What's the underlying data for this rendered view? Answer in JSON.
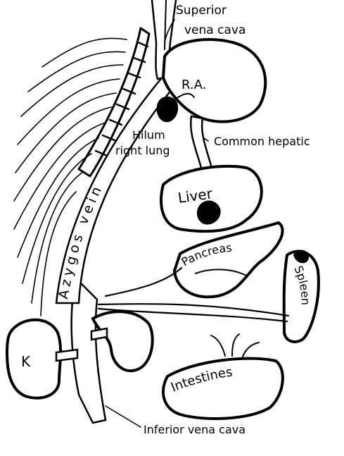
{
  "labels": {
    "superior_vena_cava_1": "Superior",
    "superior_vena_cava_2": "vena cava",
    "right_atrium": "R.A.",
    "hilum_1": "Hilum",
    "hilum_2": "right lung",
    "common_hepatic": "Common hepatic",
    "azygos_vein": "Azygos vein",
    "liver": "Liver",
    "pancreas": "Pancreas",
    "spleen": "Spleen",
    "kidney": "K",
    "intestines": "Intestines",
    "inferior_vena_cava": "Inferior vena cava"
  }
}
